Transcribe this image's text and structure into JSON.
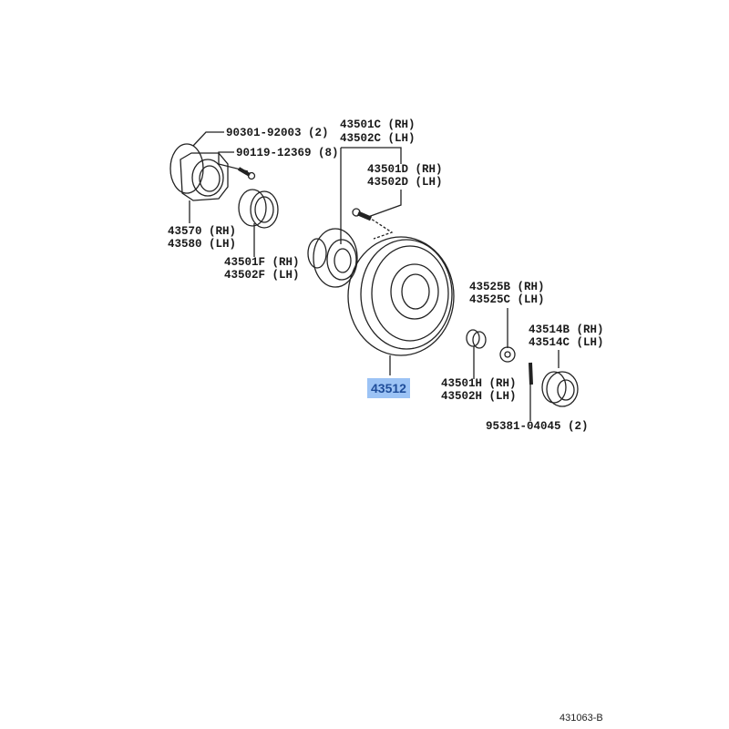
{
  "labels": {
    "p90301": "90301-92003 (2)",
    "p90119": "90119-12369 (8)",
    "p43501C": "43501C (RH)",
    "p43502C": "43502C (LH)",
    "p43501D": "43501D (RH)",
    "p43502D": "43502D (LH)",
    "p43570": "43570 (RH)",
    "p43580": "43580 (LH)",
    "p43501F": "43501F (RH)",
    "p43502F": "43502F (LH)",
    "p43525B": "43525B (RH)",
    "p43525C": "43525C (LH)",
    "p43514B": "43514B (RH)",
    "p43514C": "43514C (LH)",
    "p43512": "43512",
    "p43501H": "43501H (RH)",
    "p43502H": "43502H (LH)",
    "p95381": "95381-04045 (2)"
  },
  "diagram_code": "431063-B",
  "highlight_color": "#9cc3f5"
}
